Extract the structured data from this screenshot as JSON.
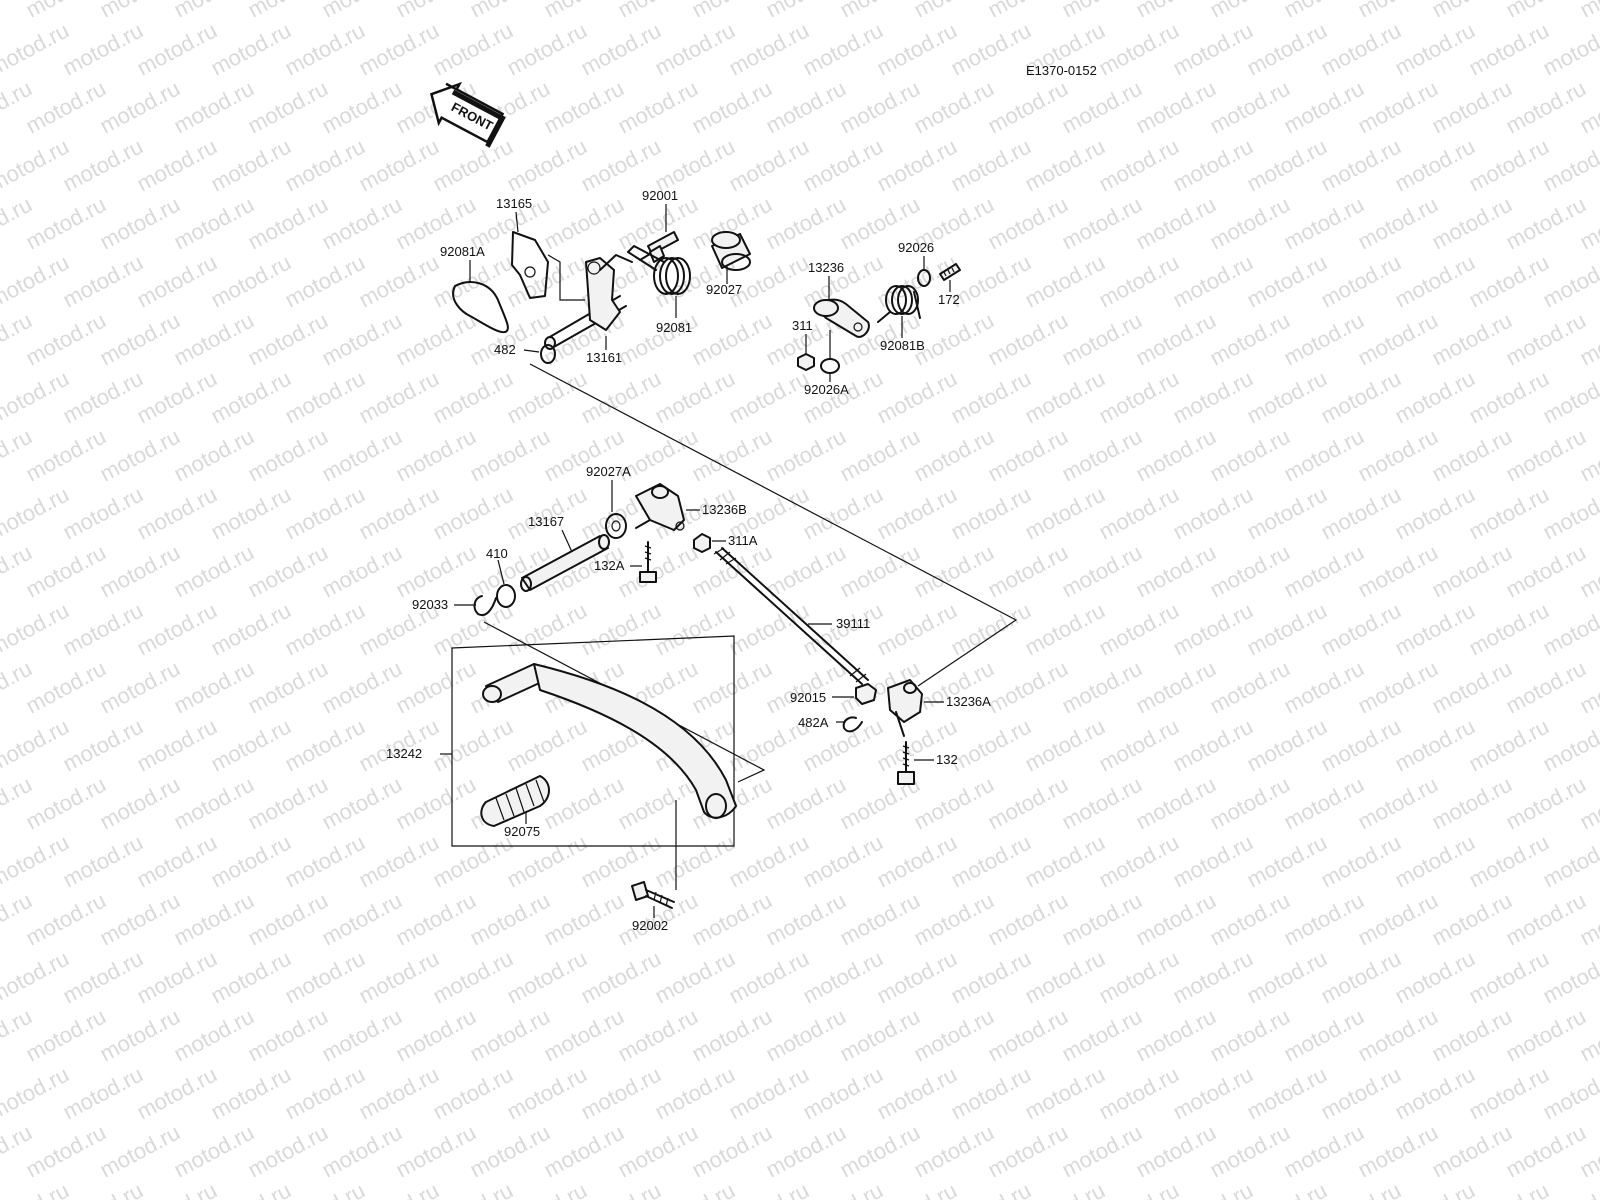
{
  "watermark": "motod.ru",
  "diagram_code": "E1370-0152",
  "front_label": "FRONT",
  "labels": {
    "p13165": "13165",
    "p92001": "92001",
    "p92081A": "92081A",
    "p92027": "92027",
    "p92081": "92081",
    "p482": "482",
    "p13161": "13161",
    "p13236": "13236",
    "p92026": "92026",
    "p172": "172",
    "p311": "311",
    "p92081B": "92081B",
    "p92026A": "92026A",
    "p92027A": "92027A",
    "p13236B": "13236B",
    "p13167": "13167",
    "p311A": "311A",
    "p410": "410",
    "p132A": "132A",
    "p92033": "92033",
    "p39111": "39111",
    "p92015": "92015",
    "p13236A": "13236A",
    "p482A": "482A",
    "p132": "132",
    "p13242": "13242",
    "p92075": "92075",
    "p92002": "92002"
  }
}
